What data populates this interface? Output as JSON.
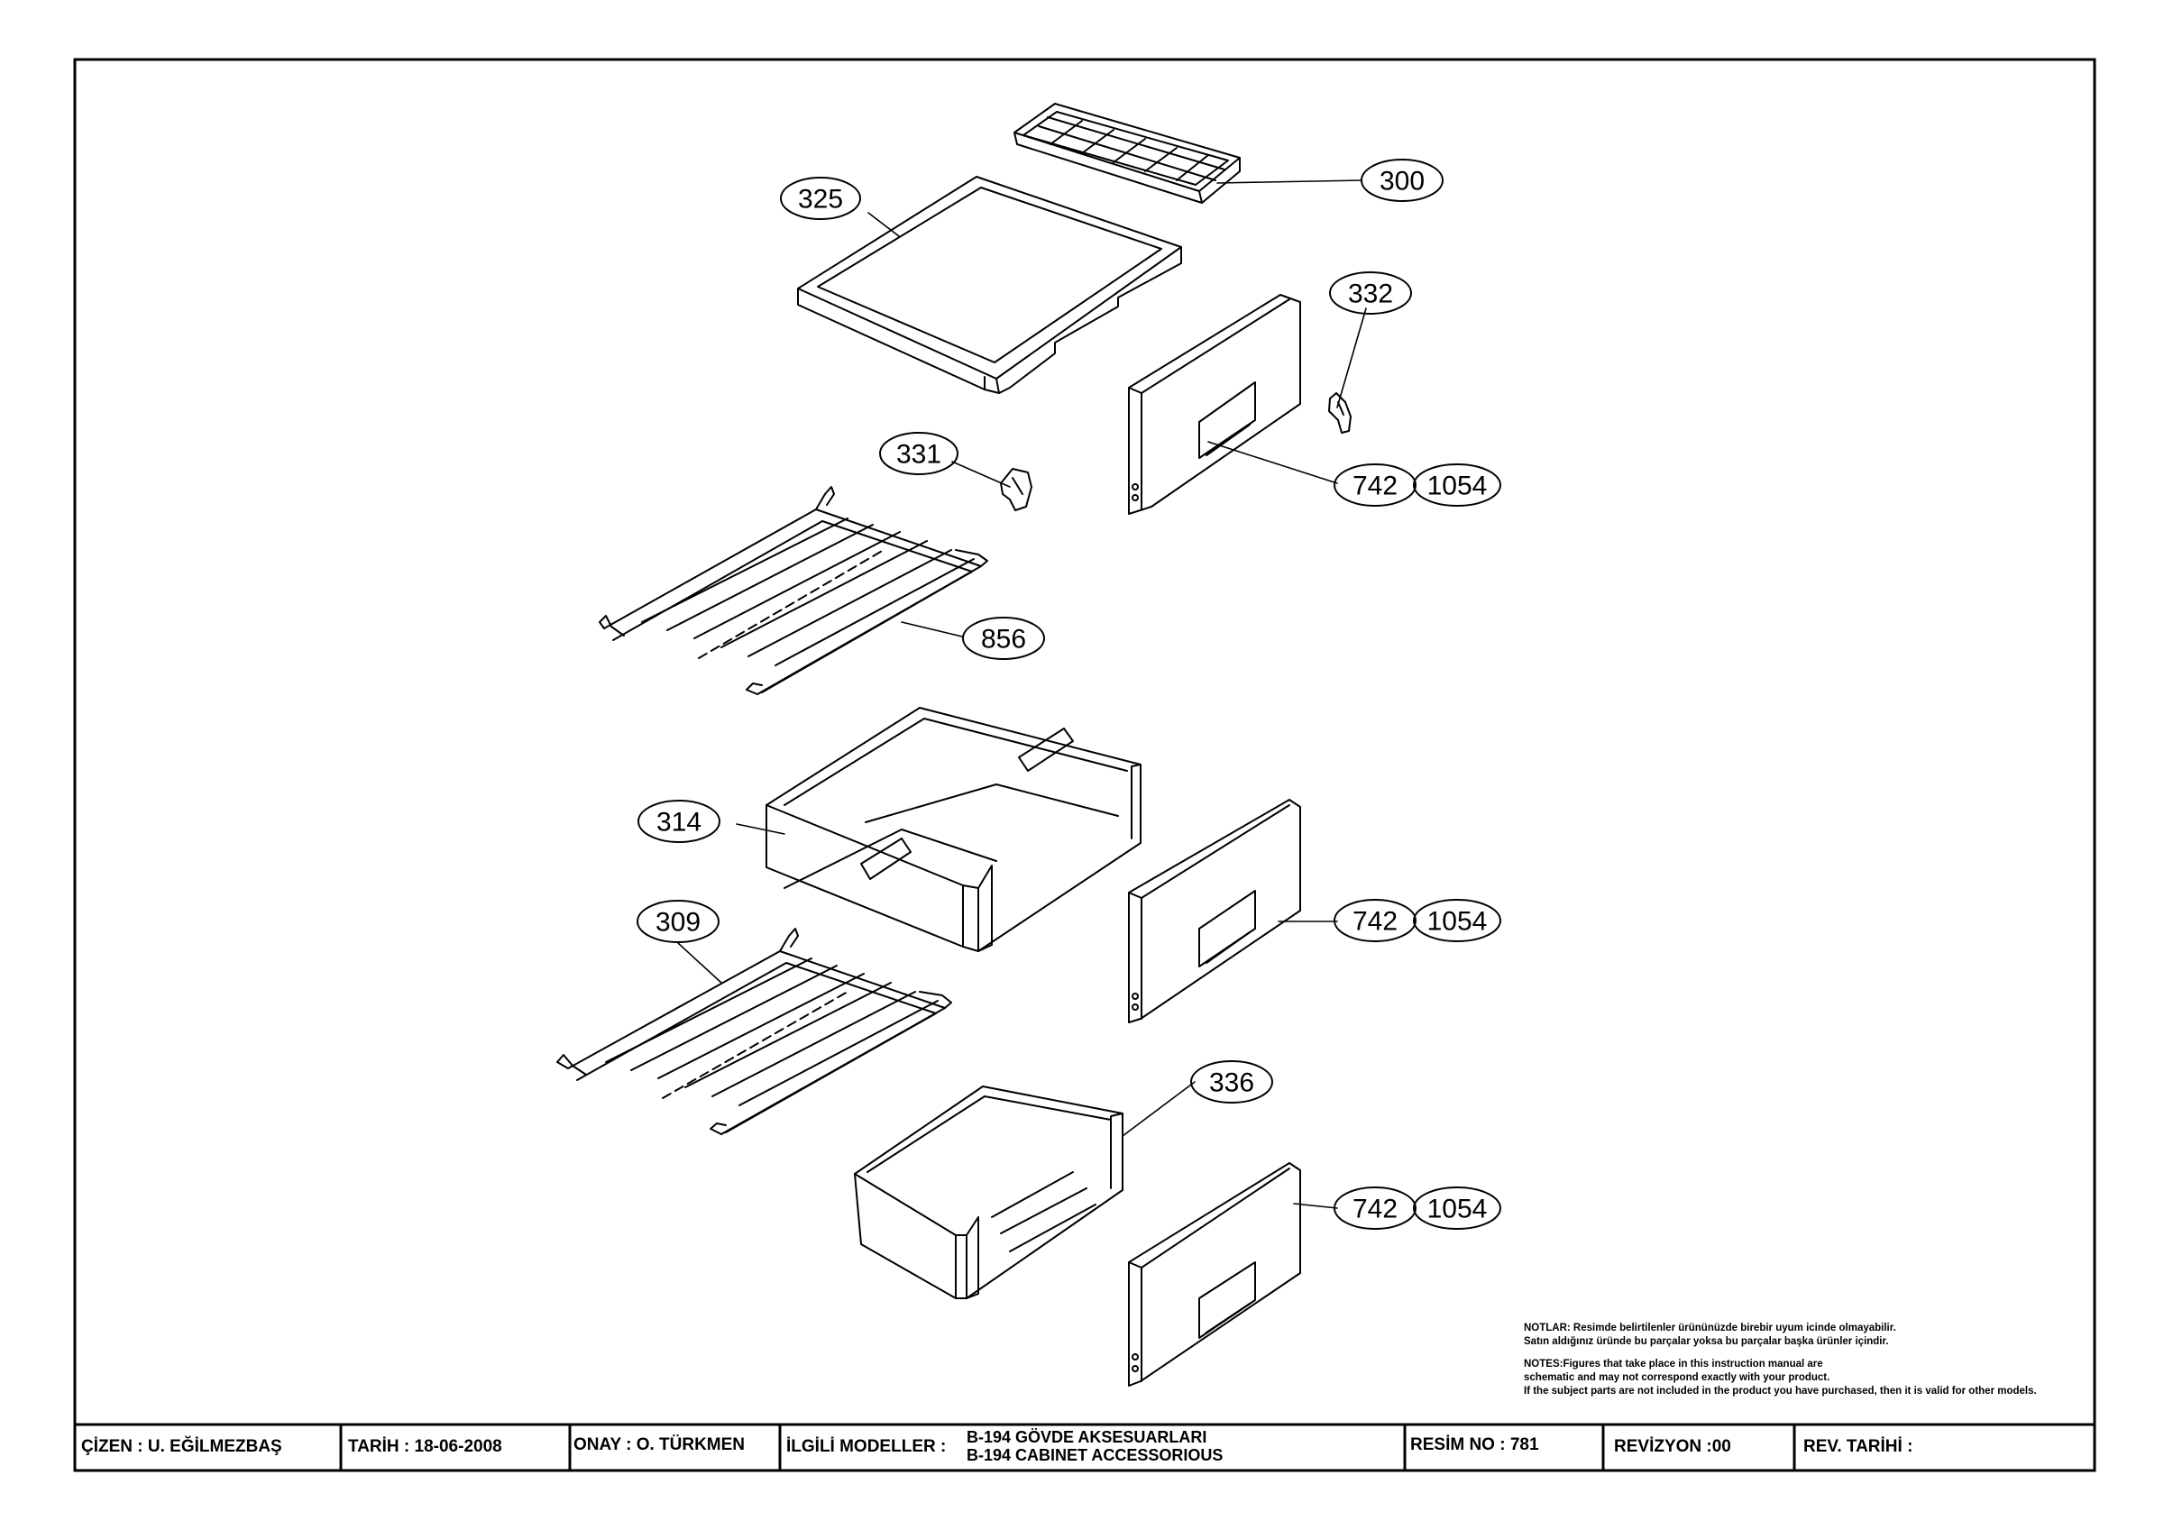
{
  "callouts": [
    {
      "id": "c325",
      "label": "325"
    },
    {
      "id": "c300",
      "label": "300"
    },
    {
      "id": "c332",
      "label": "332"
    },
    {
      "id": "c331",
      "label": "331"
    },
    {
      "id": "c742a",
      "label": "742"
    },
    {
      "id": "c1054a",
      "label": "1054"
    },
    {
      "id": "c856",
      "label": "856"
    },
    {
      "id": "c314",
      "label": "314"
    },
    {
      "id": "c742b",
      "label": "742"
    },
    {
      "id": "c1054b",
      "label": "1054"
    },
    {
      "id": "c309",
      "label": "309"
    },
    {
      "id": "c336",
      "label": "336"
    },
    {
      "id": "c742c",
      "label": "742"
    },
    {
      "id": "c1054c",
      "label": "1054"
    }
  ],
  "notes": {
    "tr_line1": "NOTLAR: Resimde belirtilenler ürününüzde birebir  uyum icinde olmayabilir.",
    "tr_line2": "Satın aldığınız üründe bu parçalar yoksa bu parçalar başka ürünler içindir.",
    "en_line1": "NOTES:Figures that take place in this instruction manual are",
    "en_line2": "schematic  and may not correspond exactly with your product.",
    "en_line3": "If the subject parts are not included in the product you have purchased, then it is valid for other models."
  },
  "title_block": {
    "cizen": "ÇİZEN : U. EĞİLMEZBAŞ",
    "tarih": "TARİH : 18-06-2008",
    "onay": "ONAY : O. TÜRKMEN",
    "ilgili": "İLGİLİ MODELLER :",
    "model_tr": "B-194 GÖVDE AKSESUARLARI",
    "model_en": "B-194 CABINET ACCESSORIOUS",
    "resim": "RESİM NO : 781",
    "revizyon": "REVİZYON :00",
    "rev_tarihi": "REV. TARİHİ :"
  }
}
